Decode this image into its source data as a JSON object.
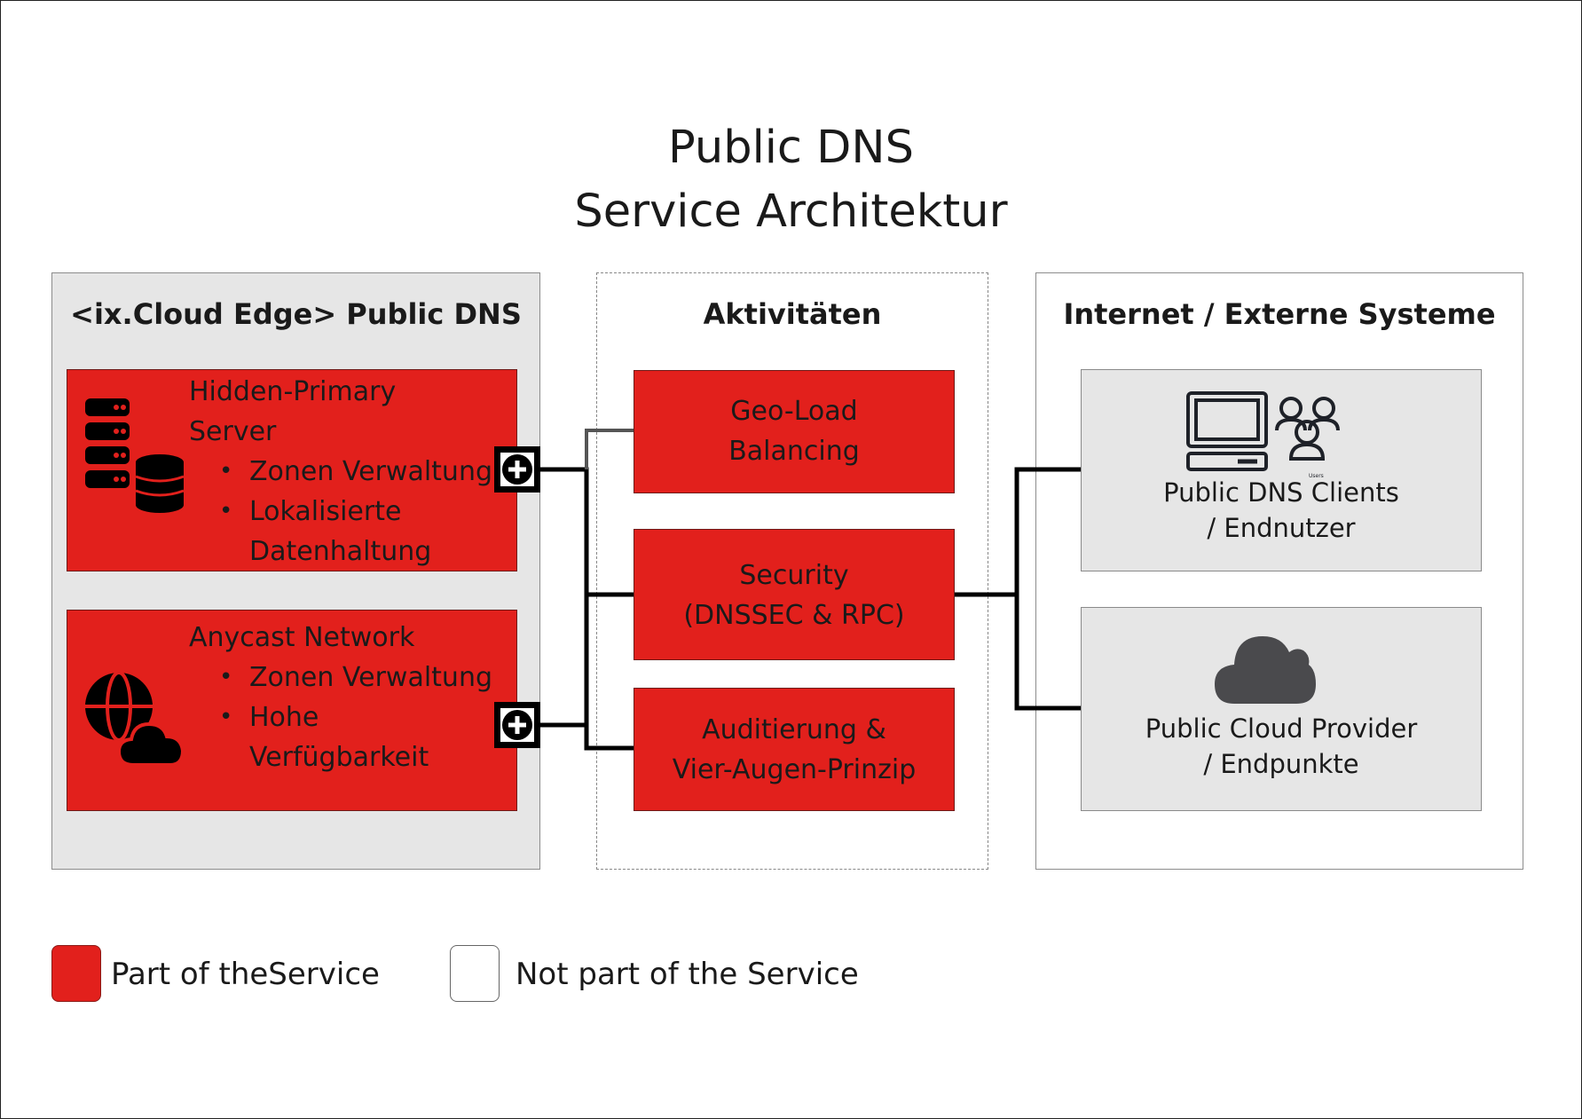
{
  "title": {
    "line1": "Public DNS",
    "line2": "Service Architektur"
  },
  "panels": {
    "left": {
      "title": "<ix.Cloud Edge> Public DNS",
      "boxes": [
        {
          "title_line1": "Hidden-Primary",
          "title_line2": "Server",
          "bullets": [
            "Zonen Verwaltung",
            "Lokalisierte",
            "Datenhaltung"
          ],
          "icon": "server-database-icon"
        },
        {
          "title_line1": "Anycast Network",
          "bullets": [
            "Zonen Verwaltung",
            "Hohe",
            "Verfügbarkeit"
          ],
          "icon": "globe-cloud-icon"
        }
      ]
    },
    "middle": {
      "title": "Aktivitäten",
      "boxes": [
        {
          "line1": "Geo-Load",
          "line2": "Balancing"
        },
        {
          "line1": "Security",
          "line2": "(DNSSEC & RPC)"
        },
        {
          "line1": "Auditierung &",
          "line2": "Vier-Augen-Prinzip"
        }
      ]
    },
    "right": {
      "title": "Internet / Externe Systeme",
      "boxes": [
        {
          "line1": "Public DNS Clients",
          "line2": "/ Endnutzer",
          "icon": "computer-users-icon",
          "icon_caption": "Users"
        },
        {
          "line1": "Public Cloud Provider",
          "line2": "/ Endpunkte",
          "icon": "cloud-icon"
        }
      ]
    }
  },
  "legend": {
    "items": [
      {
        "label": "Part of theService",
        "color": "#e2201c"
      },
      {
        "label": "Not part of the Service",
        "color": "#ffffff"
      }
    ]
  },
  "colors": {
    "service_red": "#e2201c",
    "panel_grey": "#e6e6e6",
    "icon_dark": "#1e2128",
    "cloud_grey": "#4a4a4d"
  }
}
